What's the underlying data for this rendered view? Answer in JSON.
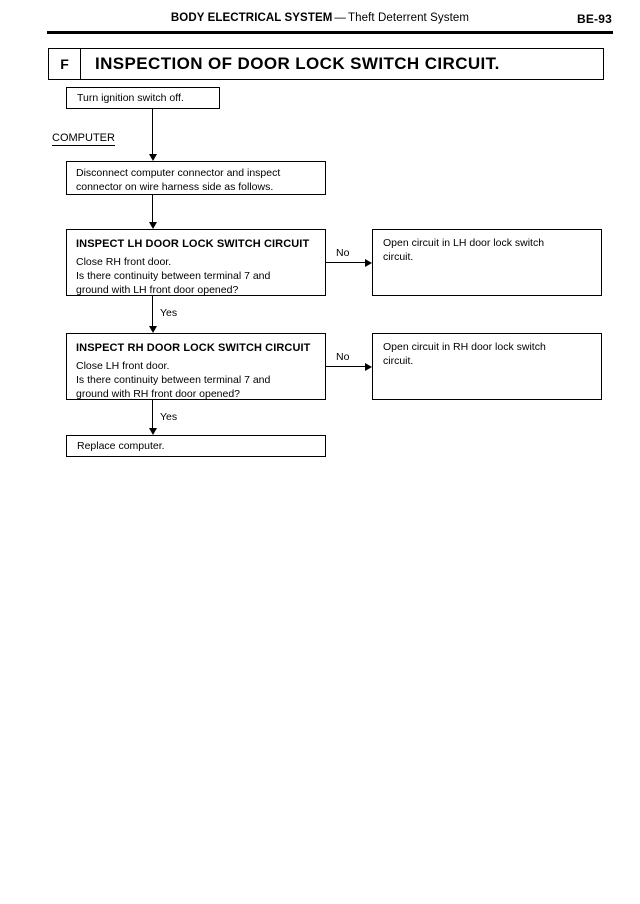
{
  "header": {
    "system": "BODY ELECTRICAL SYSTEM",
    "dash": "—",
    "subsystem": "Theft Deterrent System",
    "page_number": "BE-93"
  },
  "section": {
    "letter": "F",
    "title": "INSPECTION OF DOOR LOCK SWITCH CIRCUIT."
  },
  "flowchart": {
    "group_label": "COMPUTER",
    "boxes": {
      "ignition": {
        "text": "Turn ignition switch off."
      },
      "disconnect": {
        "text": "Disconnect computer connector and inspect\nconnector on wire harness side as follows."
      },
      "inspect_lh": {
        "heading": "INSPECT LH DOOR LOCK SWITCH CIRCUIT",
        "text": "Close RH front door.\nIs there continuity between terminal 7 and\nground with LH front door opened?"
      },
      "open_lh": {
        "text": "Open circuit in LH door lock switch\ncircuit."
      },
      "inspect_rh": {
        "heading": "INSPECT RH DOOR LOCK SWITCH CIRCUIT",
        "text": "Close LH front door.\nIs there continuity between terminal 7 and\nground with RH front door opened?"
      },
      "open_rh": {
        "text": "Open circuit in RH door lock switch\ncircuit."
      },
      "replace": {
        "text": "Replace computer."
      }
    },
    "edges": {
      "no_lh": "No",
      "no_rh": "No",
      "yes_lh": "Yes",
      "yes_rh": "Yes"
    }
  }
}
